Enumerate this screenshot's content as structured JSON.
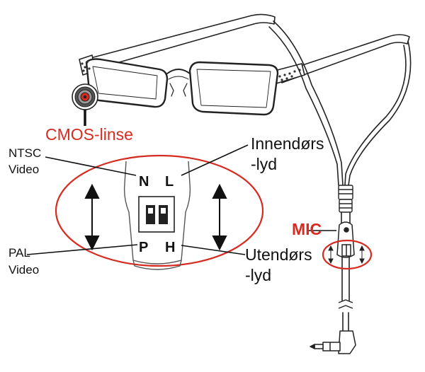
{
  "labels": {
    "cmos": "CMOS-linse",
    "ntsc_line1": "NTSC",
    "ntsc_line2": "Video",
    "pal_line1": "PAL",
    "pal_line2": "Video",
    "indoor_line1": "Innendørs",
    "indoor_line2": "-lyd",
    "outdoor_line1": "Utendørs",
    "outdoor_line2": "-lyd",
    "mic": "MIC"
  },
  "switch": {
    "top_left": "N",
    "top_right": "L",
    "bottom_left": "P",
    "bottom_right": "H"
  },
  "colors": {
    "accent": "#d62b20",
    "line": "#222222"
  }
}
